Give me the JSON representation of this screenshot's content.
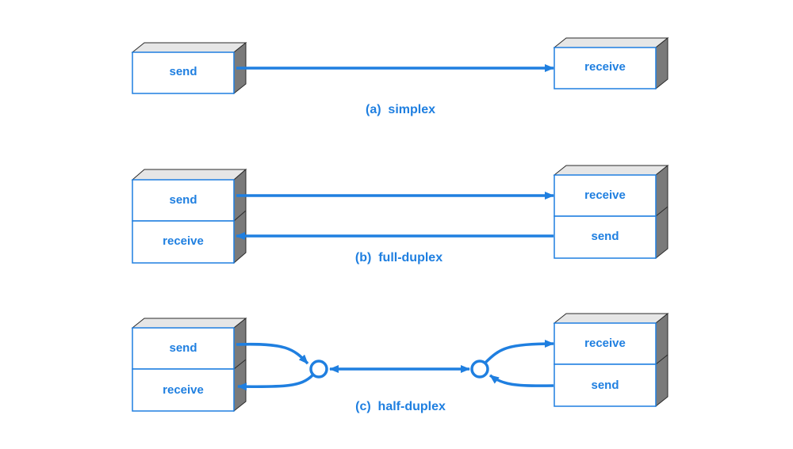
{
  "colors": {
    "accent": "#1f7fe0",
    "box_front": "#ffffff",
    "box_top": "#e6e6e6",
    "box_side": "#7a7a7a",
    "box_edge": "#2a2a2a"
  },
  "simplex": {
    "left_box": {
      "send": "send"
    },
    "right_box": {
      "receive": "receive"
    },
    "caption": "(a)  simplex"
  },
  "full_duplex": {
    "left_box": {
      "send": "send",
      "receive": "receive"
    },
    "right_box": {
      "receive": "receive",
      "send": "send"
    },
    "caption": "(b)  full-duplex"
  },
  "half_duplex": {
    "left_box": {
      "send": "send",
      "receive": "receive"
    },
    "right_box": {
      "receive": "receive",
      "send": "send"
    },
    "caption": "(c)  half-duplex"
  }
}
